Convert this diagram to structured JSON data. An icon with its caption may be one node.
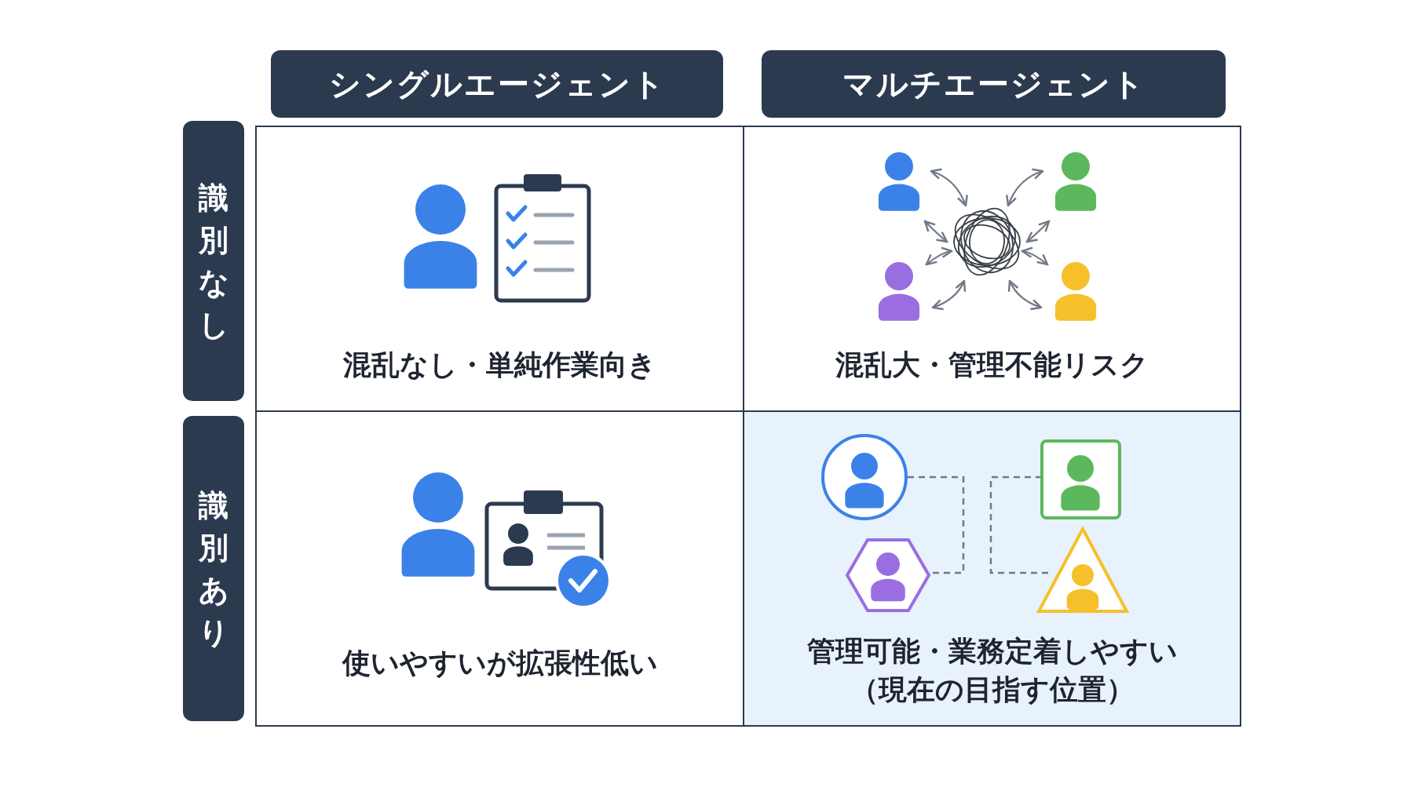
{
  "diagram": {
    "nodes": [
      {
        "text": [
          "シングルエージェント"
        ]
      },
      {
        "text": [
          "マルチエージェント"
        ]
      },
      {
        "text": [
          "識別なし"
        ]
      },
      {
        "text": [
          "混乱なし・単純作業向き"
        ]
      },
      {
        "text": [
          "混乱大・管理不能リスク"
        ]
      },
      {
        "text": [
          "識別あり"
        ]
      },
      {
        "text": [
          "使いやすいが拡張性低い"
        ]
      },
      {
        "text": [
          "管理可能・業務定着しやすい",
          "（現在の目指す位置）"
        ]
      }
    ]
  }
}
